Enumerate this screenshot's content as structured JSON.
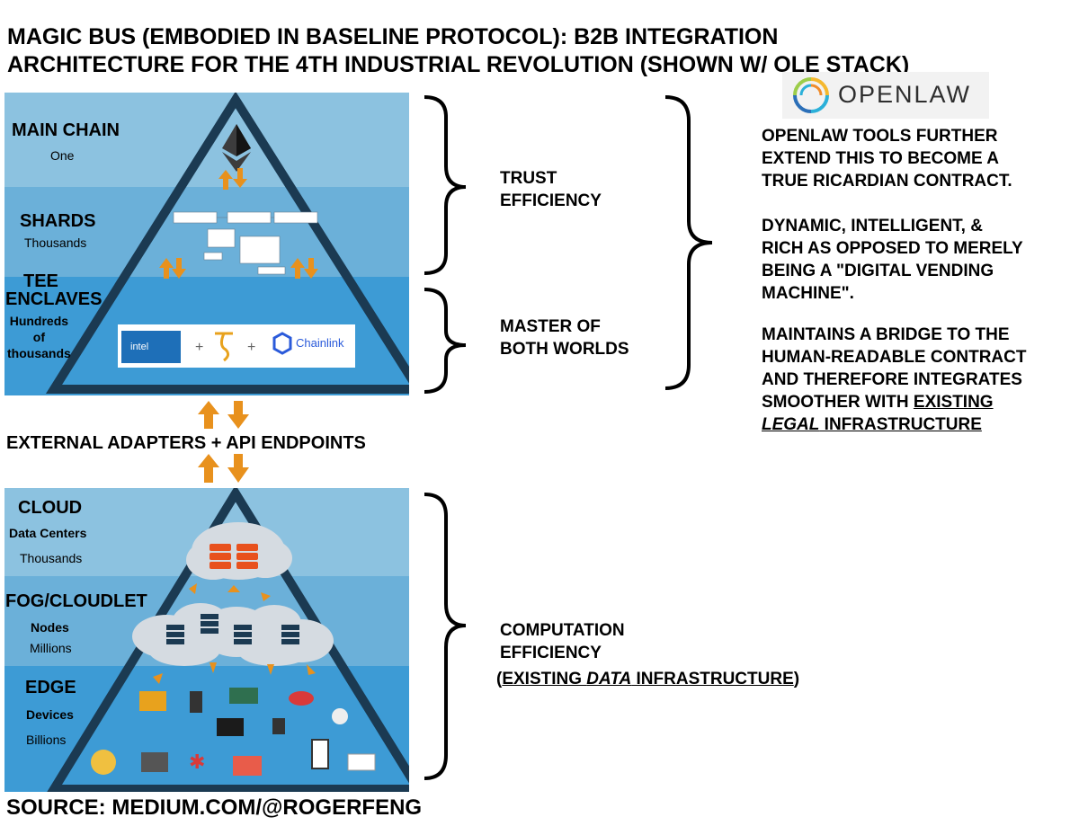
{
  "title": {
    "line1": "MAGIC BUS (EMBODIED IN BASELINE PROTOCOL): B2B INTEGRATION",
    "line2": "ARCHITECTURE FOR THE 4TH INDUSTRIAL REVOLUTION (SHOWN W/ OLE STACK)"
  },
  "top_pyramid": {
    "main_chain": {
      "label": "MAIN CHAIN",
      "sub": "One"
    },
    "shards": {
      "label": "SHARDS",
      "sub": "Thousands"
    },
    "tee": {
      "label1": "TEE",
      "label2": "ENCLAVES",
      "sub1": "Hundreds",
      "sub2": "of",
      "sub3": "thousands"
    },
    "logos": {
      "intel": "intel",
      "plus": "+",
      "chainlink": "Chainlink"
    }
  },
  "middle_label": "EXTERNAL ADAPTERS + API ENDPOINTS",
  "bottom_pyramid": {
    "cloud": {
      "label": "CLOUD",
      "sub1": "Data Centers",
      "sub2": "Thousands"
    },
    "fog": {
      "label": "FOG/CLOUDLET",
      "sub1": "Nodes",
      "sub2": "Millions"
    },
    "edge": {
      "label": "EDGE",
      "sub1": "Devices",
      "sub2": "Billions"
    }
  },
  "brackets": {
    "trust": {
      "line1": "TRUST",
      "line2": "EFFICIENCY"
    },
    "master": {
      "line1": "MASTER OF",
      "line2": "BOTH WORLDS"
    },
    "computation": {
      "line1": "COMPUTATION",
      "line2": "EFFICIENCY",
      "note_open": "(",
      "note_existing": "EXISTING ",
      "note_data": "DATA",
      "note_infra": " INFRASTRUCTURE",
      "note_close": ")"
    }
  },
  "openlaw": {
    "logo_text": "OPENLAW",
    "p1": [
      "OPENLAW TOOLS FURTHER",
      "EXTEND THIS TO BECOME A",
      "TRUE RICARDIAN CONTRACT."
    ],
    "p2": [
      "DYNAMIC, INTELLIGENT, &",
      "RICH AS OPPOSED TO MERELY",
      "BEING A \"DIGITAL VENDING",
      "MACHINE\"."
    ],
    "p3": [
      "MAINTAINS A BRIDGE TO THE",
      "HUMAN-READABLE CONTRACT",
      "AND THEREFORE INTEGRATES"
    ],
    "p3_line4_a": "SMOOTHER WITH ",
    "p3_line4_b": "EXISTING",
    "p3_line5_a": "LEGAL",
    "p3_line5_b": " INFRASTRUCTURE"
  },
  "source": "SOURCE: MEDIUM.COM/@ROGERFENG",
  "colors": {
    "band1": "#8cc2e0",
    "band2": "#6bb0d9",
    "band3": "#3d9bd5",
    "pyramid_edge": "#1b3a52",
    "arrow": "#e8911d"
  }
}
